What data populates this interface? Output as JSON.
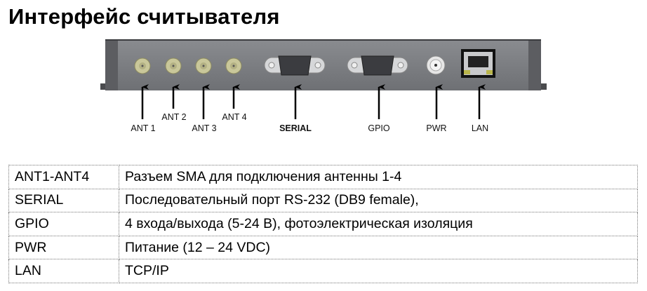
{
  "title": "Интерфейс считывателя",
  "ports": {
    "ant1": "ANT 1",
    "ant2": "ANT 2",
    "ant3": "ANT 3",
    "ant4": "ANT 4",
    "serial": "SERIAL",
    "gpio": "GPIO",
    "pwr": "PWR",
    "lan": "LAN"
  },
  "table": {
    "rows": [
      {
        "name": "ANT1-ANT4",
        "desc": "Разъем SMA для подключения антенны 1-4"
      },
      {
        "name": "SERIAL",
        "desc": "Последовательный порт RS-232 (DB9 female),"
      },
      {
        "name": "GPIO",
        "desc": "4 входа/выхода (5-24 В), фотоэлектрическая изоляция"
      },
      {
        "name": "PWR",
        "desc": "Питание (12 – 24 VDC)"
      },
      {
        "name": "LAN",
        "desc": "TCP/IP"
      }
    ]
  }
}
